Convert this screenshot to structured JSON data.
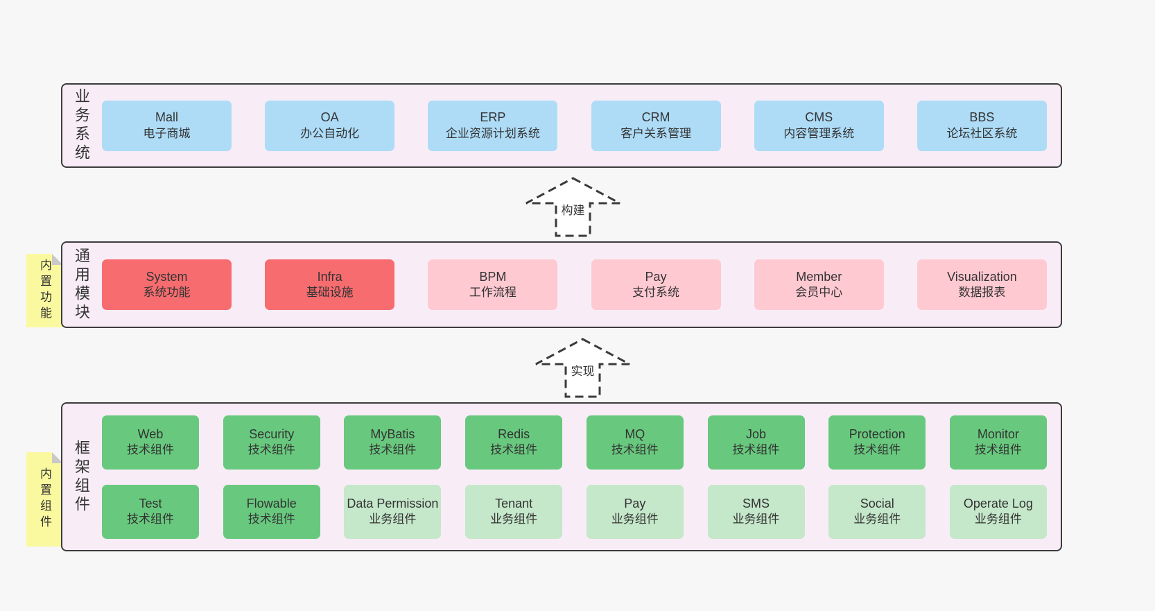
{
  "colors": {
    "page_bg": "#f7f7f7",
    "panel_bg": "#f8edf6",
    "panel_border": "#3c3c3c",
    "blue": "#aedcf7",
    "red": "#f76c6f",
    "pink": "#ffc9d2",
    "green": "#68c97e",
    "light_green": "#c5e7ca",
    "sticky_yellow": "#fbf99f",
    "fold_gray": "#c9c9c9",
    "text": "#333333"
  },
  "panels": [
    {
      "id": "business-systems",
      "label": "业务系统",
      "sticky": null,
      "rows": [
        [
          {
            "title": "Mall",
            "subtitle": "电子商城",
            "color": "blue"
          },
          {
            "title": "OA",
            "subtitle": "办公自动化",
            "color": "blue"
          },
          {
            "title": "ERP",
            "subtitle": "企业资源计划系统",
            "color": "blue"
          },
          {
            "title": "CRM",
            "subtitle": "客户关系管理",
            "color": "blue"
          },
          {
            "title": "CMS",
            "subtitle": "内容管理系统",
            "color": "blue"
          },
          {
            "title": "BBS",
            "subtitle": "论坛社区系统",
            "color": "blue"
          }
        ]
      ]
    },
    {
      "id": "common-modules",
      "label": "通用模块",
      "sticky": "内置功能",
      "rows": [
        [
          {
            "title": "System",
            "subtitle": "系统功能",
            "color": "red"
          },
          {
            "title": "Infra",
            "subtitle": "基础设施",
            "color": "red"
          },
          {
            "title": "BPM",
            "subtitle": "工作流程",
            "color": "pink"
          },
          {
            "title": "Pay",
            "subtitle": "支付系统",
            "color": "pink"
          },
          {
            "title": "Member",
            "subtitle": "会员中心",
            "color": "pink"
          },
          {
            "title": "Visualization",
            "subtitle": "数据报表",
            "color": "pink"
          }
        ]
      ]
    },
    {
      "id": "framework-components",
      "label": "框架组件",
      "sticky": "内置组件",
      "rows": [
        [
          {
            "title": "Web",
            "subtitle": "技术组件",
            "color": "green"
          },
          {
            "title": "Security",
            "subtitle": "技术组件",
            "color": "green"
          },
          {
            "title": "MyBatis",
            "subtitle": "技术组件",
            "color": "green"
          },
          {
            "title": "Redis",
            "subtitle": "技术组件",
            "color": "green"
          },
          {
            "title": "MQ",
            "subtitle": "技术组件",
            "color": "green"
          },
          {
            "title": "Job",
            "subtitle": "技术组件",
            "color": "green"
          },
          {
            "title": "Protection",
            "subtitle": "技术组件",
            "color": "green"
          },
          {
            "title": "Monitor",
            "subtitle": "技术组件",
            "color": "green"
          }
        ],
        [
          {
            "title": "Test",
            "subtitle": "技术组件",
            "color": "green"
          },
          {
            "title": "Flowable",
            "subtitle": "技术组件",
            "color": "green"
          },
          {
            "title": "Data Permission",
            "subtitle": "业务组件",
            "color": "light_green"
          },
          {
            "title": "Tenant",
            "subtitle": "业务组件",
            "color": "light_green"
          },
          {
            "title": "Pay",
            "subtitle": "业务组件",
            "color": "light_green"
          },
          {
            "title": "SMS",
            "subtitle": "业务组件",
            "color": "light_green"
          },
          {
            "title": "Social",
            "subtitle": "业务组件",
            "color": "light_green"
          },
          {
            "title": "Operate Log",
            "subtitle": "业务组件",
            "color": "light_green"
          }
        ]
      ]
    }
  ],
  "arrows": [
    {
      "label": "构建"
    },
    {
      "label": "实现"
    }
  ]
}
